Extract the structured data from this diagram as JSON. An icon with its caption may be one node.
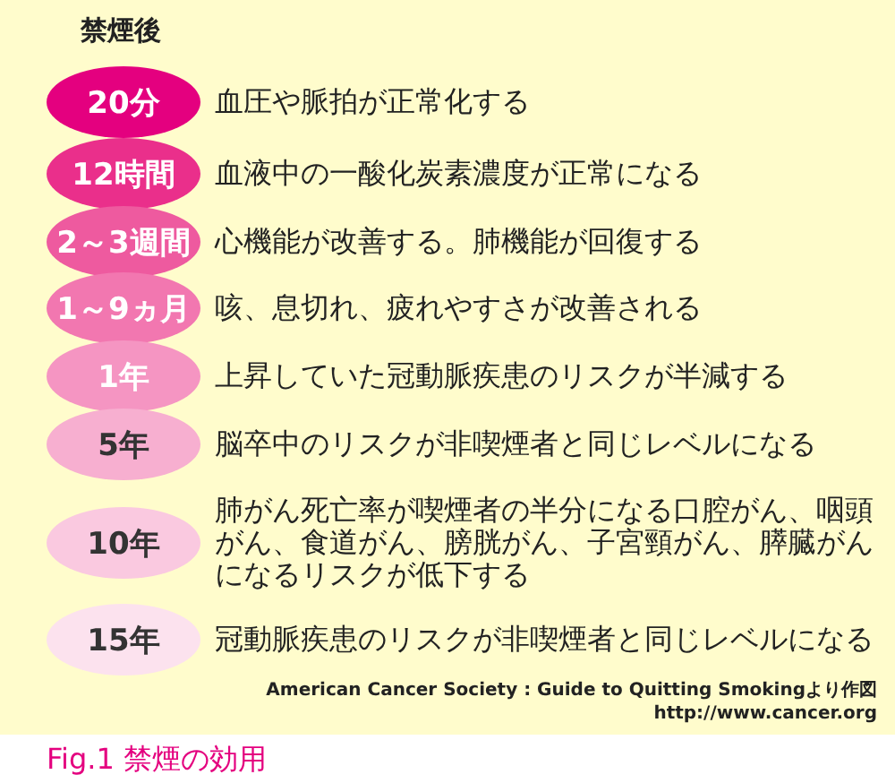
{
  "diagram": {
    "title": "禁煙後",
    "caption": "Fig.1 禁煙の効用",
    "nodes": [
      {
        "text": [
          "20分"
        ],
        "beside": [
          "血圧や脈拍が正常化する"
        ]
      },
      {
        "text": [
          "12時間"
        ],
        "beside": [
          "血液中の一酸化炭素濃度が正常になる"
        ]
      },
      {
        "text": [
          "2～3週間"
        ],
        "beside": [
          "心機能が改善する。肺機能が回復する"
        ]
      },
      {
        "text": [
          "1～9ヵ月"
        ],
        "beside": [
          "咳、息切れ、疲れやすさが改善される"
        ]
      },
      {
        "text": [
          "1年"
        ],
        "beside": [
          "上昇していた冠動脈疾患のリスクが半減する"
        ]
      },
      {
        "text": [
          "5年"
        ],
        "beside": [
          "脳卒中のリスクが非喫煙者と同じレベルになる"
        ]
      },
      {
        "text": [
          "10年"
        ],
        "beside": [
          "肺がん死亡率が喫煙者の半分になる口腔がん、咽頭がん、食道がん、膀胱がん、子宮頸がん、膵臓がんになるリスクが低下する"
        ]
      },
      {
        "text": [
          "15年"
        ],
        "beside": [
          "冠動脈疾患のリスクが非喫煙者と同じレベルになる"
        ]
      }
    ],
    "labels": [
      "American Cancer Society : Guide to Quitting Smokingより作図",
      "http://www.cancer.org"
    ]
  }
}
